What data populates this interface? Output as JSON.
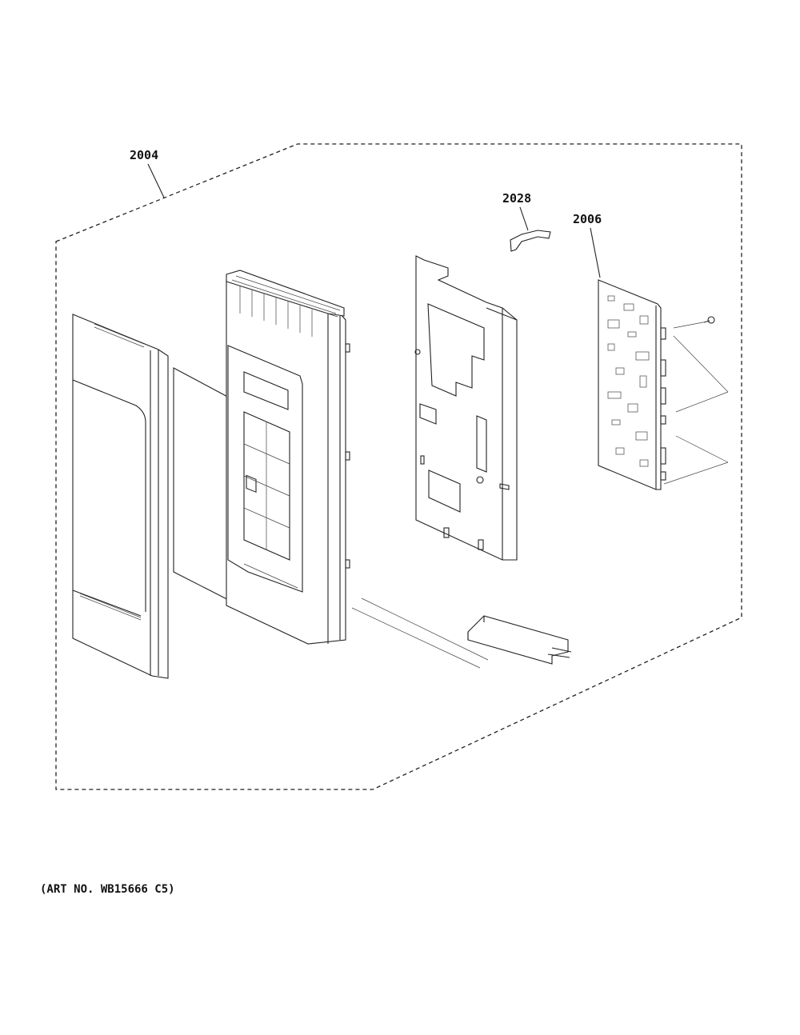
{
  "diagram": {
    "callouts": [
      {
        "id": "callout-2004",
        "label": "2004"
      },
      {
        "id": "callout-2028",
        "label": "2028"
      },
      {
        "id": "callout-2006",
        "label": "2006"
      }
    ],
    "caption": "(ART NO. WB15666 C5)"
  },
  "colors": {
    "line": "#222222",
    "background": "#ffffff"
  }
}
